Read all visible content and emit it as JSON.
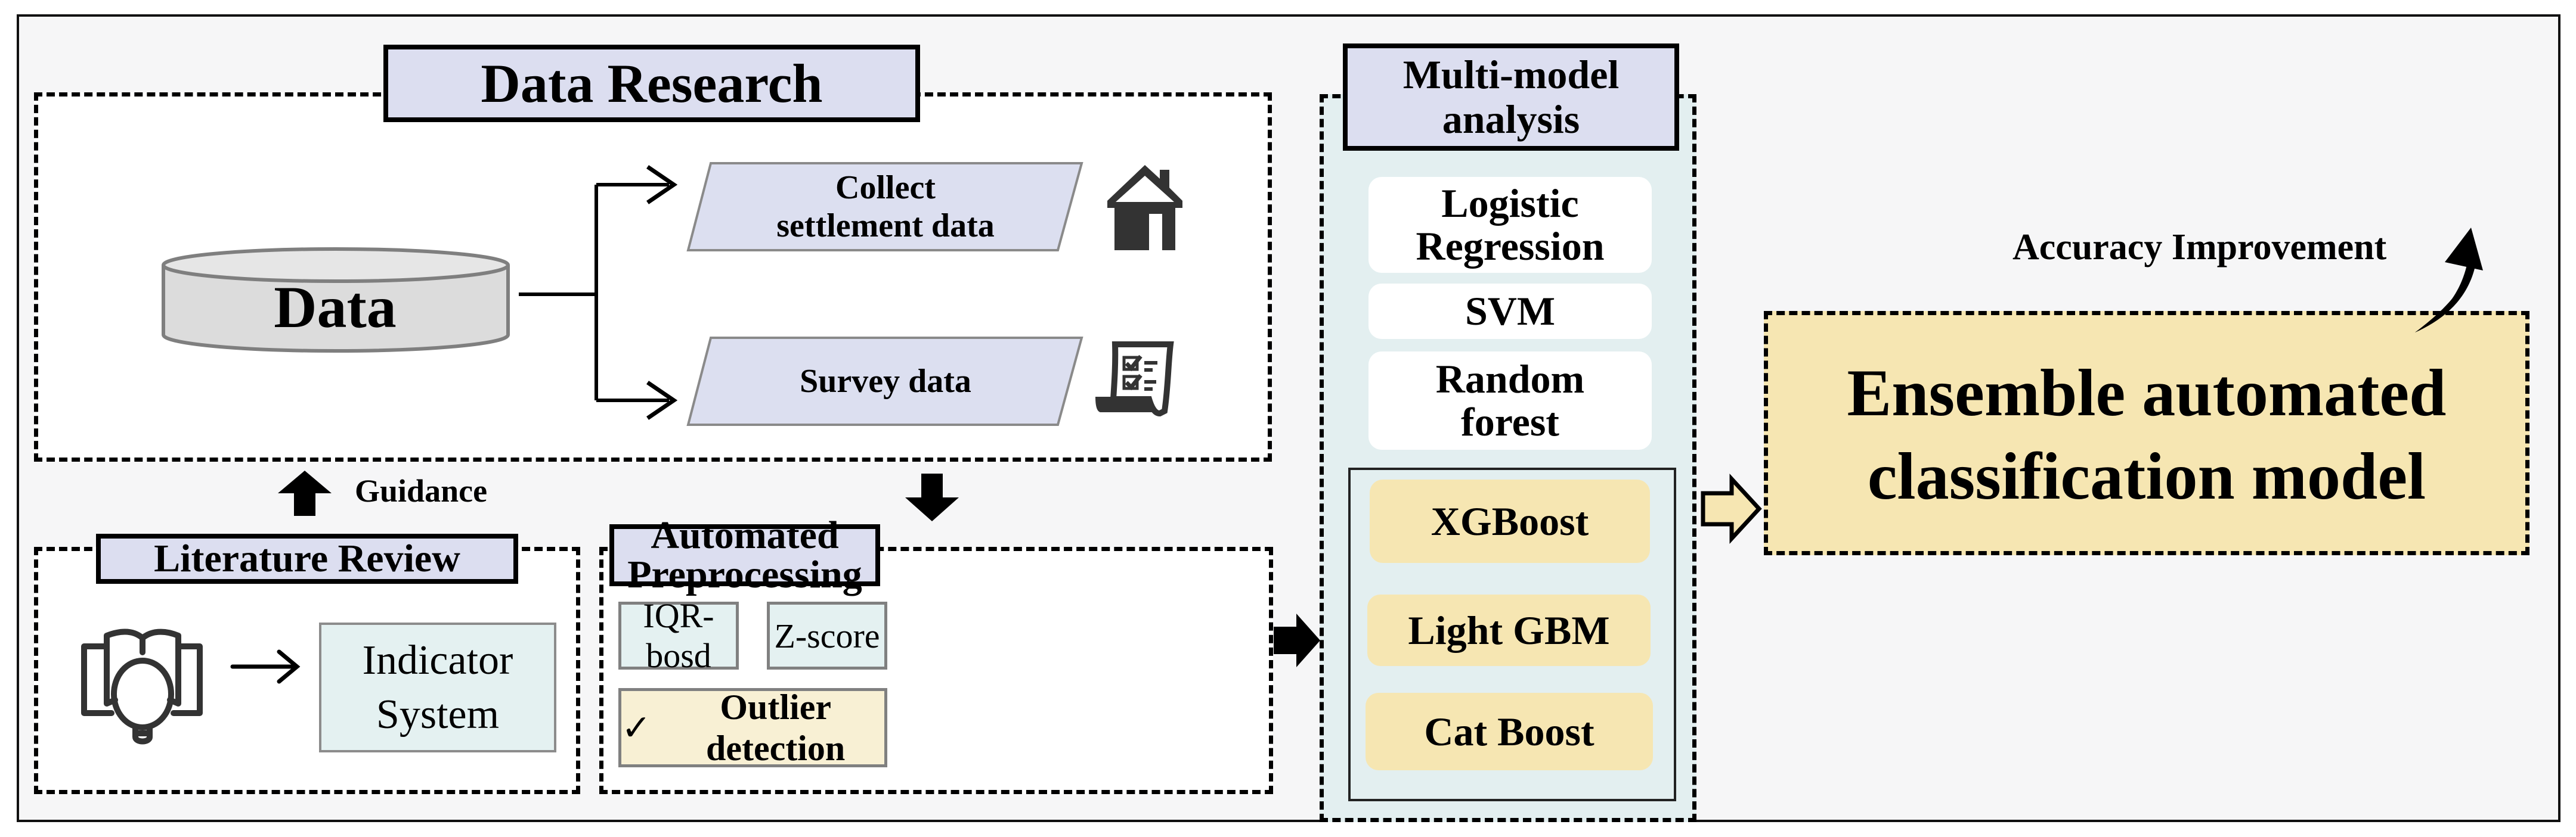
{
  "sections": {
    "data_research": {
      "title": "Data Research",
      "source_label": "Data",
      "outputs": [
        {
          "label_line1": "Collect",
          "label_line2": "settlement data",
          "icon": "house-icon"
        },
        {
          "label_line1": "Survey data",
          "label_line2": "",
          "icon": "checklist-scroll-icon"
        }
      ]
    },
    "guidance_label": "Guidance",
    "literature_review": {
      "title": "Literature Review",
      "icon": "book-magnifier-icon",
      "result_line1": "Indicator",
      "result_line2": "System"
    },
    "automated_preprocessing": {
      "title": "Automated Preprocessing",
      "methods": [
        "IQR-bosd",
        "Z-score"
      ],
      "check_mark": "✓",
      "result": "Outlier detection"
    },
    "multi_model": {
      "title_line1": "Multi-model",
      "title_line2": "analysis",
      "base_models": [
        {
          "line1": "Logistic",
          "line2": "Regression"
        },
        {
          "line1": "SVM",
          "line2": ""
        },
        {
          "line1": "Random",
          "line2": "forest"
        }
      ],
      "boosting_models": [
        "XGBoost",
        "Light GBM",
        "Cat Boost"
      ]
    },
    "ensemble": {
      "line1": "Ensemble automated",
      "line2": "classification model",
      "accuracy_label": "Accuracy Improvement"
    }
  },
  "colors": {
    "title_fill": "#dcdef0",
    "parallelogram_fill": "#dcdff0",
    "method_fill": "#e4f1f1",
    "highlight_fill": "#f8f0d4",
    "model_panel_fill": "#e3eff0",
    "boost_fill": "#f6e6b2",
    "ensemble_fill": "#f6e6b2",
    "cylinder_fill": "#dcdcdc"
  }
}
